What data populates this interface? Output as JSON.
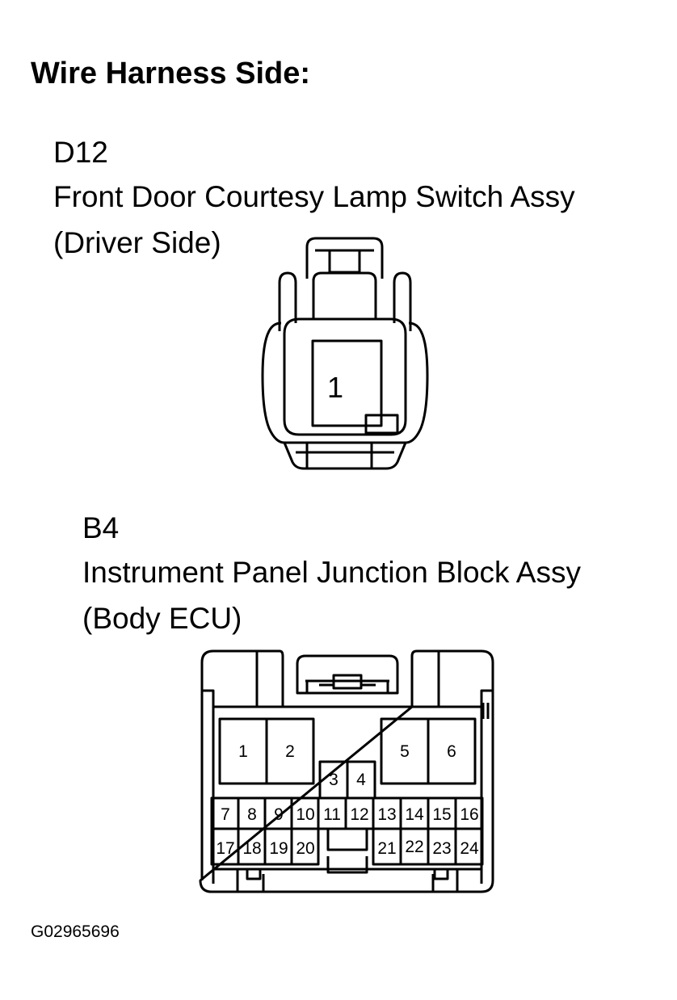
{
  "heading": "Wire Harness Side:",
  "connectors": [
    {
      "code": "D12",
      "name": "Front Door Courtesy Lamp Switch Assy",
      "subtitle": "(Driver Side)",
      "pins": [
        "1"
      ]
    },
    {
      "code": "B4",
      "name": "Instrument Panel Junction Block Assy",
      "subtitle": "(Body ECU)",
      "pins": [
        "1",
        "2",
        "3",
        "4",
        "5",
        "6",
        "7",
        "8",
        "9",
        "10",
        "11",
        "12",
        "13",
        "14",
        "15",
        "16",
        "17",
        "18",
        "19",
        "20",
        "21",
        "22",
        "23",
        "24"
      ]
    }
  ],
  "figure_id": "G02965696"
}
